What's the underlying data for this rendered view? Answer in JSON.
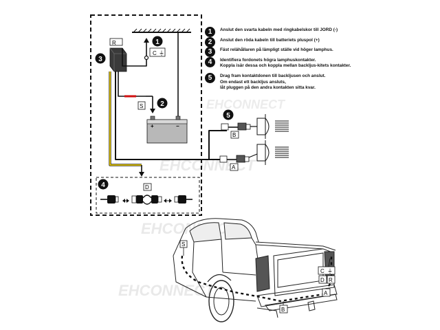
{
  "steps": [
    {
      "number": "1",
      "lines": [
        "Anslut den svarta kabeln med ringkabelskor till JORD (-)"
      ]
    },
    {
      "number": "2",
      "lines": [
        "Anslut den röda kabeln till batteriets pluspol (+)"
      ]
    },
    {
      "number": "3",
      "lines": [
        "Fäst relähållaren på lämpligt ställe vid höger lamphus."
      ]
    },
    {
      "number": "4",
      "lines": [
        "Identifiera fordonets högra lamphuskontakter.",
        "Koppla isär dessa och koppla mellan backljus-kitets kontakter."
      ]
    },
    {
      "number": "5",
      "lines": [
        "Drag fram kontaktdonen till backljusen och anslut.",
        "Om endast ett backljus ansluts,",
        "låt pluggen på den andra kontakten sitta kvar."
      ]
    }
  ],
  "diagram": {
    "relay_label": "R",
    "relay_callout": "3",
    "ground_label": "C",
    "ground_symbol": "⏚",
    "ground_callout": "1",
    "fuse_label": "S",
    "battery_callout": "2",
    "battery_plus": "+",
    "battery_minus": "−",
    "lamp_b_label": "B",
    "lamp_a_label": "A",
    "lamp_callout": "5",
    "connector_label": "D",
    "connector_callout": "4"
  },
  "truck_labels": {
    "s": "S",
    "c": "C",
    "ground_symbol": "⏚",
    "d": "D",
    "r": "R",
    "a": "A",
    "b": "B"
  },
  "watermark": "EHCONNECT",
  "colors": {
    "wire_black": "#111111",
    "wire_red": "#d01010",
    "wire_yellow": "#e8c800",
    "battery_fill": "#b8b8b8",
    "relay_fill": "#3a3a3a"
  }
}
